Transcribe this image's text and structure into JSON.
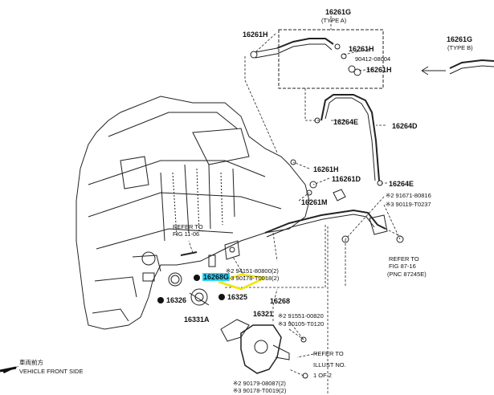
{
  "labels": {
    "p16261g_top": "16261G",
    "type_a": "(TYPE A)",
    "p16261h_a": "16261H",
    "p16261h_b": "16261H",
    "p90412": "90412-08004",
    "p16261h_c": "16261H",
    "p16261g_right": "16261G",
    "type_b": "(TYPE B)",
    "p16264e_a": "16264E",
    "p16264d": "16264D",
    "p16261h_d": "16261H",
    "p116261d": "116261D",
    "p16261m": "16261M",
    "p16264e_b": "16264E",
    "n2_91671": "※2 91671-80816",
    "n3_90119": "※3 90119-T0237",
    "refer_fig11_1": "REFER TO",
    "refer_fig11_2": "FIG 11-06",
    "refer_fig87_1": "REFER TO",
    "refer_fig87_2": "FIG 87-16",
    "refer_fig87_3": "(PNC 87245E)",
    "n2_94151": "※2 94151-80800(2)",
    "n3_90178": "※3 90178-T0018(2)",
    "p16268g": "16268G",
    "p16326": "16326",
    "p16325": "16325",
    "p16268": "16268",
    "p16331a": "16331A",
    "p16321": "16321",
    "n2_91551": "※2 91551-00820",
    "n3_90105": "※3 90105-T0120",
    "refer_illust_1": "REFER TO",
    "refer_illust_2": "ILLUST NO.",
    "refer_illust_3": "1 OF 2",
    "n2_90179": "※2 90179-08087(2)",
    "n3_90178b": "※3 90178-T0019(2)",
    "front_cn": "車両前方",
    "front_en": "VEHICLE FRONT SIDE"
  },
  "colors": {
    "highlight": "#2bd4ff",
    "callout_line": "#f2e600",
    "ink": "#111111"
  }
}
